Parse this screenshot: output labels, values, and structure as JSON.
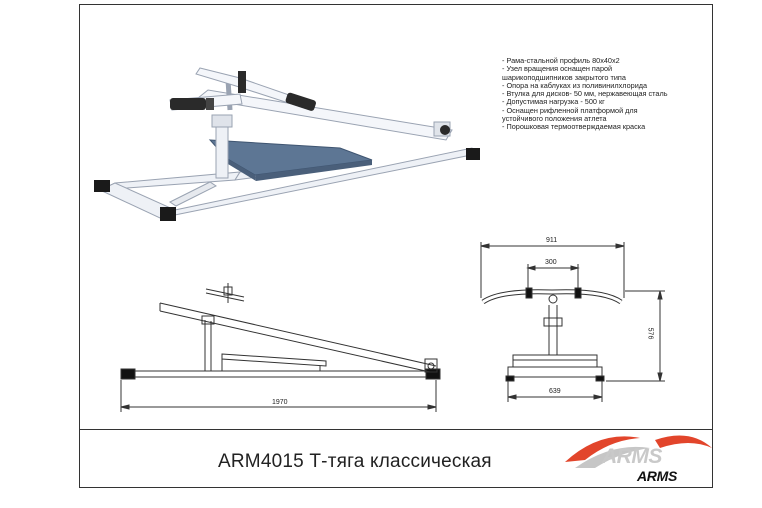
{
  "specs": [
    "- Рама-стальной профиль 80х40х2",
    "- Узел вращения оснащен парой",
    "шарикоподшипников закрытого типа",
    "- Опора на каблуках из поливинилхлорида",
    "- Втулка для дисков- 50 мм, нержавеющая сталь",
    "- Допустимая нагрузка - 500 кг",
    "- Оснащен рифленной платформой для",
    "устойчивого положения атлета",
    "- Порошковая термоотверждаемая краска"
  ],
  "title": "ARM4015 Т-тяга классическая",
  "dimensions": {
    "length": "1970",
    "width": "911",
    "handle_spacing": "300",
    "height": "576",
    "base_width": "639"
  },
  "logo": {
    "text_large": "ARMS",
    "text_small": "ARMS",
    "accent_color": "#e2452b"
  },
  "colors": {
    "frame": "#eef1f6",
    "platform": "#5d7694",
    "feet": "#1a1a1a"
  }
}
